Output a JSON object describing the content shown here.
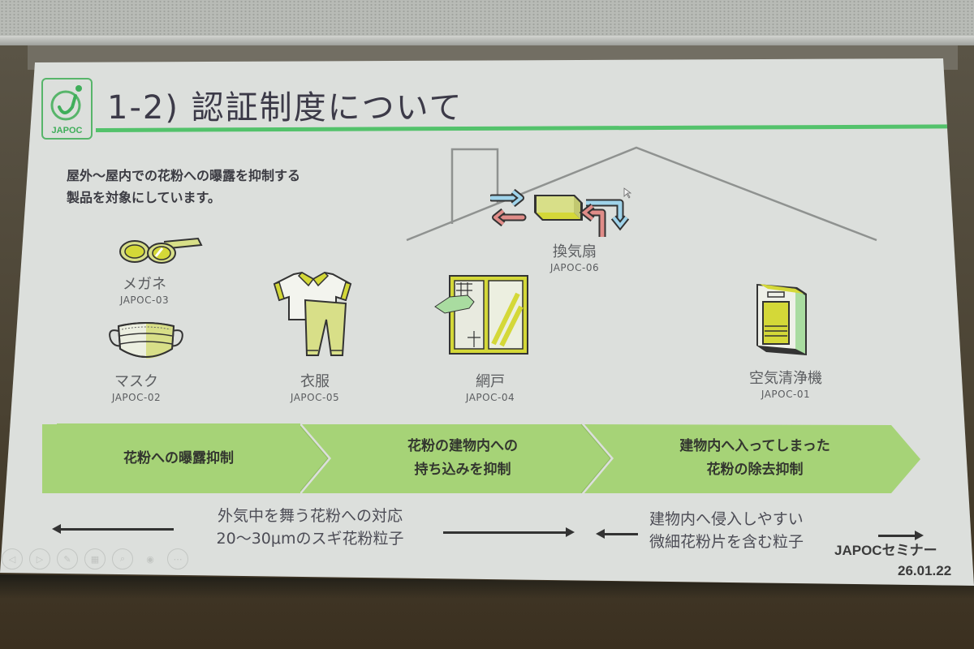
{
  "slide": {
    "logo_text": "JAPOC",
    "title": "1-2) 認証制度について",
    "intro_lines": [
      "屋外～屋内での花粉への曝露を抑制する",
      "製品を対象にしています。"
    ],
    "items": [
      {
        "name": "換気扇",
        "code": "JAPOC-06",
        "icon": "ventilation-fan-icon"
      },
      {
        "name": "メガネ",
        "code": "JAPOC-03",
        "icon": "glasses-icon"
      },
      {
        "name": "マスク",
        "code": "JAPOC-02",
        "icon": "mask-icon"
      },
      {
        "name": "衣服",
        "code": "JAPOC-05",
        "icon": "clothing-icon"
      },
      {
        "name": "網戸",
        "code": "JAPOC-04",
        "icon": "window-screen-icon"
      },
      {
        "name": "空気清浄機",
        "code": "JAPOC-01",
        "icon": "air-purifier-icon"
      }
    ],
    "flow_steps": [
      {
        "lines": [
          "花粉への曝露抑制"
        ]
      },
      {
        "lines": [
          "花粉の建物内への",
          "持ち込みを抑制"
        ]
      },
      {
        "lines": [
          "建物内へ入ってしまった",
          "花粉の除去抑制"
        ]
      }
    ],
    "ranges": [
      {
        "lines": [
          "外気中を舞う花粉への対応",
          "20～30μmのスギ花粉粒子"
        ]
      },
      {
        "lines": [
          "建物内へ侵入しやすい",
          "微細花粉片を含む粒子"
        ]
      }
    ],
    "footer": {
      "brand": "JAPOCセミナー",
      "date": "26.01.22"
    },
    "colors": {
      "accent_green": "#53c26b",
      "flow_green": "#a6d377",
      "icon_yellow": "#d4d838",
      "arrow_blue": "#9fd3ea",
      "arrow_red": "#e08c88"
    }
  },
  "presenter_toolbar": {
    "buttons": [
      {
        "name": "previous-button",
        "glyph": "◁"
      },
      {
        "name": "next-button",
        "glyph": "▷"
      },
      {
        "name": "pen-button",
        "glyph": "✎"
      },
      {
        "name": "slides-grid-button",
        "glyph": "▦"
      },
      {
        "name": "zoom-button",
        "glyph": "⌕"
      },
      {
        "name": "camera-button",
        "glyph": "◉"
      },
      {
        "name": "more-button",
        "glyph": "⋯"
      }
    ]
  }
}
